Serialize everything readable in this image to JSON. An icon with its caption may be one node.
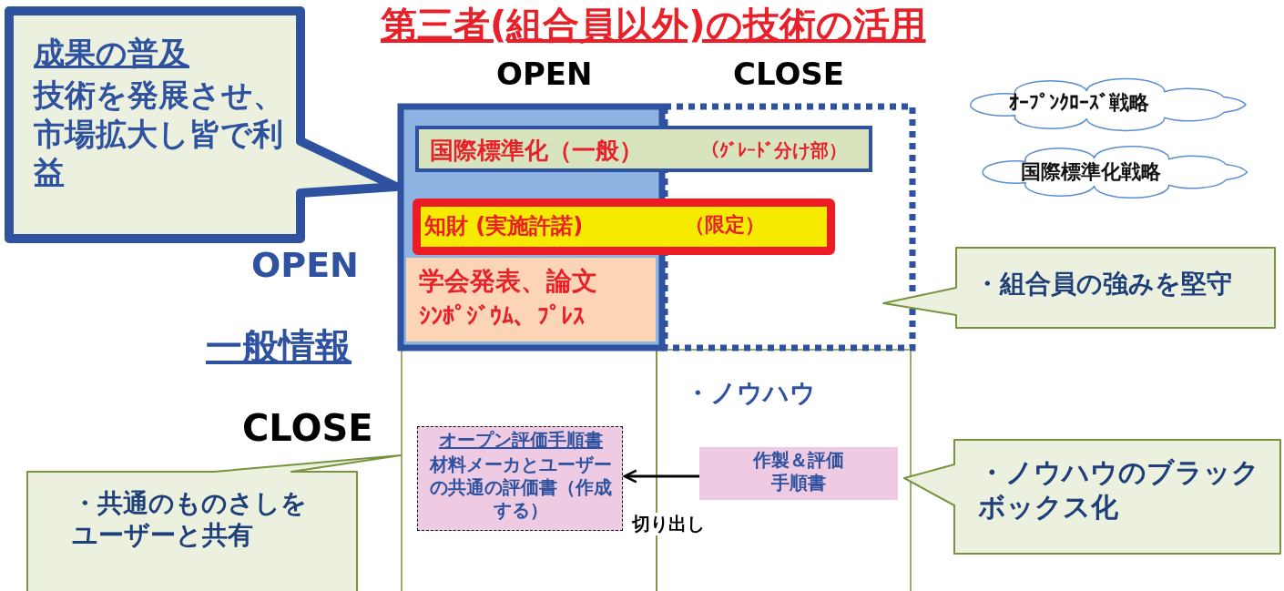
{
  "diagram": {
    "title": "第三者(組合員以外)の技術の活用",
    "nodes": [
      {
        "text": [
          "成果の普及",
          "技術を発展させ、市場拡大し皆で利益"
        ]
      },
      {
        "text": [
          "国際標準化（一般）",
          "（ｸﾞﾚｰﾄﾞ分け部）"
        ]
      },
      {
        "text": [
          "知財 (実施許諾)",
          "（限定）"
        ]
      },
      {
        "text": [
          "学会発表、論文",
          "ｼﾝﾎﾟｼﾞｳﾑ、ﾌﾟﾚｽ"
        ]
      },
      {
        "text": [
          "ｵｰﾌﾟﾝｸﾛｰｽﾞ戦略"
        ]
      },
      {
        "text": [
          "国際標準化戦略"
        ]
      },
      {
        "text": [
          "・組合員の強みを堅守"
        ]
      },
      {
        "text": [
          "オープン評価手順書",
          "材料メーカとユーザーの共通の評価書（作成する）"
        ]
      },
      {
        "text": [
          "作製＆評価手順書"
        ]
      },
      {
        "text": [
          "・ノウハウのブラックボックス化"
        ]
      },
      {
        "text": [
          "・共通のものさしをユーザーと共有"
        ]
      }
    ],
    "edges": [
      {
        "from": 8,
        "to": 7,
        "arrow": "to",
        "label": "切り出し"
      }
    ],
    "labels": [
      "OPEN",
      "CLOSE",
      "OPEN",
      "一般情報",
      "CLOSE",
      "・ノウハウ"
    ]
  }
}
